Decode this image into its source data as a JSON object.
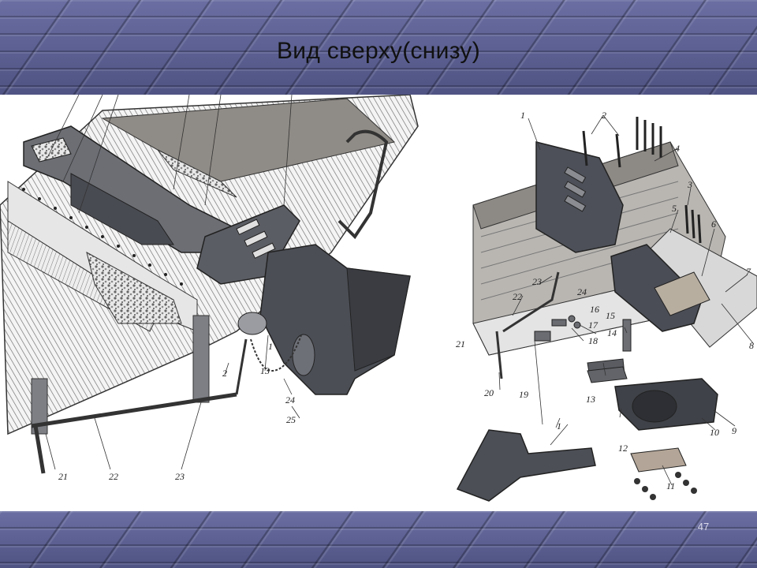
{
  "slide": {
    "title": "Вид сверху(снизу)",
    "page_number": "47"
  },
  "left_diagram": {
    "labels": [
      "1",
      "2",
      "13",
      "21",
      "22",
      "23",
      "24",
      "25"
    ]
  },
  "right_diagram": {
    "labels": [
      "1",
      "2",
      "3",
      "4",
      "5",
      "6",
      "7",
      "8",
      "9",
      "10",
      "11",
      "12",
      "13",
      "14",
      "15",
      "16",
      "17",
      "18",
      "19",
      "20",
      "21",
      "22",
      "23",
      "24",
      "1"
    ]
  },
  "colors": {
    "band": "#585c8d",
    "metal": "#4a4d55",
    "wood": "#9a9590",
    "hatch": "#555555"
  }
}
